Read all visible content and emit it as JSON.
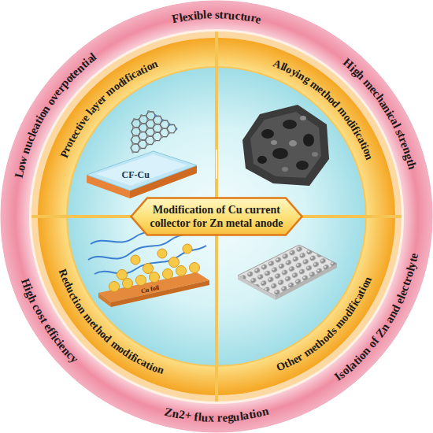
{
  "diagram": {
    "nodes": [
      {
        "text": [
          "Modification of Cu current collector for Zn metal anode"
        ]
      }
    ],
    "labels": [
      "Flexible structure",
      "High mechanical strength",
      "Isolation of Zn and electrolyte",
      "Zn2+ flux regulation",
      "High cost efficiency",
      "Low nucleation overpotential",
      "Protective layer modification",
      "Alloying method modification",
      "Other methods modification",
      "Reduction method modification",
      "CF-Cu",
      "Cu foil"
    ]
  }
}
